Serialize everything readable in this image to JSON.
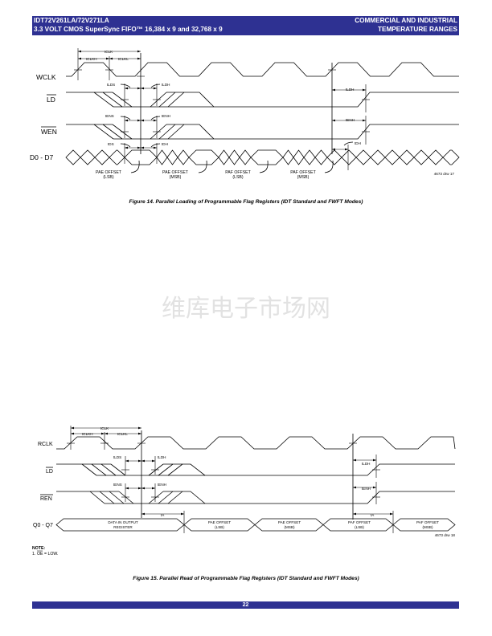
{
  "header": {
    "part_number": "IDT72V261LA/72V271LA",
    "subtitle": "3.3 VOLT CMOS SuperSync FIFO™ 16,384 x 9 and 32,768 x 9",
    "range_line1": "COMMERCIAL AND INDUSTRIAL",
    "range_line2": "TEMPERATURE RANGES"
  },
  "figure14": {
    "signals": {
      "wclk": "WCLK",
      "ld": "LD",
      "wen": "WEN",
      "data": "D0 - D7"
    },
    "timing": {
      "tclk": "tCLK",
      "tclkh": "tCLKH",
      "tclkl": "tCLKL",
      "tlds": "tLDS",
      "tldh": "tLDH",
      "tens": "tENS",
      "tenh": "tENH",
      "tds": "tDS",
      "tdh": "tDH"
    },
    "data_labels": [
      {
        "line1": "PAE OFFSET",
        "line2": "(LSB)"
      },
      {
        "line1": "PAE OFFSET",
        "line2": "(MSB)"
      },
      {
        "line1": "PAF OFFSET",
        "line2": "(LSB)"
      },
      {
        "line1": "PAF OFFSET",
        "line2": "(MSB)"
      }
    ],
    "drawing_id": "4673 drw 17",
    "caption": "Figure 14.  Parallel Loading of Programmable Flag Registers (IDT Standard and FWFT Modes)"
  },
  "watermark": "维库电子市场网",
  "figure15": {
    "signals": {
      "rclk": "RCLK",
      "ld": "LD",
      "ren": "REN",
      "data": "Q0 - Q7"
    },
    "timing": {
      "tclk": "tCLK",
      "tclkh": "tCLKH",
      "tclkl": "tCLKL",
      "tlds": "tLDS",
      "tldh": "tLDH",
      "tens": "tENS",
      "tenh": "tENH",
      "ta": "tA"
    },
    "data_labels": [
      {
        "line1": "DATA IN OUTPUT",
        "line2": "REGISTER"
      },
      {
        "line1": "PAE OFFSET",
        "line2": "(LSB)"
      },
      {
        "line1": "PAE OFFSET",
        "line2": "(MSB)"
      },
      {
        "line1": "PAF OFFSET",
        "line2": "(LSB)"
      },
      {
        "line1": "PAF OFFSET",
        "line2": "(MSB)"
      }
    ],
    "drawing_id": "4673 drw 18",
    "note_title": "NOTE:",
    "note_num": "1.",
    "note_signal": "OE",
    "note_text": "= LOW.",
    "caption": "Figure 15.  Parallel Read of Programmable Flag Registers (IDT Standard and FWFT Modes)"
  },
  "footer": {
    "page_number": "22"
  }
}
